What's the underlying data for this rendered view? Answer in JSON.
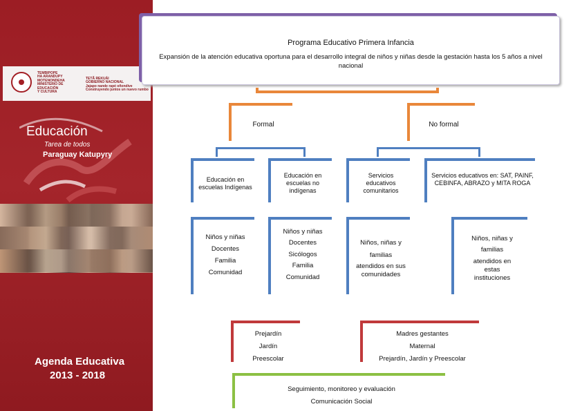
{
  "sidebar": {
    "logo_left": "TEMBIPOPE\nHA ARANDUPY\nMOTENONDEHA\nMINISTERIO DE\nEDUCACIÓN\nY CULTURA",
    "logo_right": "TETÃ REKUÁI\nGOBIERNO NACIONAL\nJajapo nande rapé oñondive\nConstruyendo juntos un nuevo rumbo",
    "brand": "Educación",
    "brand_tagline": "Tarea de todos",
    "brand_tagline2": "Paraguay Katupyry",
    "agenda_line1": "Agenda Educativa",
    "agenda_line2": "2013 - 2018"
  },
  "header": {
    "title": "Programa Educativo Primera Infancia",
    "subtitle": "Expansión de la atención educativa oportuna para el desarrollo integral de niños y niñas desde la gestación hasta los 5 años a nivel nacional"
  },
  "branches": {
    "formal": "Formal",
    "no_formal": "No formal"
  },
  "categories": {
    "indigena": "Educación en escuelas Indígenas",
    "no_indigena": "Educación en escuelas no indígenas",
    "comunitarios": "Servicios educativos comunitarios",
    "servicios": "Servicios educativos en: SAT, PAINF, CEBINFA, ABRAZO y MITA ROGA"
  },
  "details": {
    "indigena": [
      "Niños y niñas",
      "Docentes",
      "Familia",
      "Comunidad"
    ],
    "no_indigena": [
      "Niños y niñas",
      "Docentes",
      "Sicólogos",
      "Familia",
      "Comunidad"
    ],
    "comunitarios": [
      "Niños, niñas y",
      "familias",
      "atendidos en sus comunidades"
    ],
    "servicios": [
      "Niños, niñas y",
      "familias",
      "atendidos en",
      "estas",
      "instituciones"
    ]
  },
  "levels": {
    "formal": [
      "Prejardín",
      "Jardín",
      "Preescolar"
    ],
    "no_formal": [
      "Madres gestantes",
      "Maternal",
      "Prejardín, Jardín y Preescolar"
    ]
  },
  "footer_box": [
    "Seguimiento, monitoreo y evaluación",
    "Comunicación Social"
  ],
  "colors": {
    "sidebar": "#a4252b",
    "title_accent": "#7e60a8",
    "branch_accent": "#e9873a",
    "category_accent": "#4f7fc0",
    "level_accent": "#c0393b",
    "footer_accent": "#8cc043"
  }
}
